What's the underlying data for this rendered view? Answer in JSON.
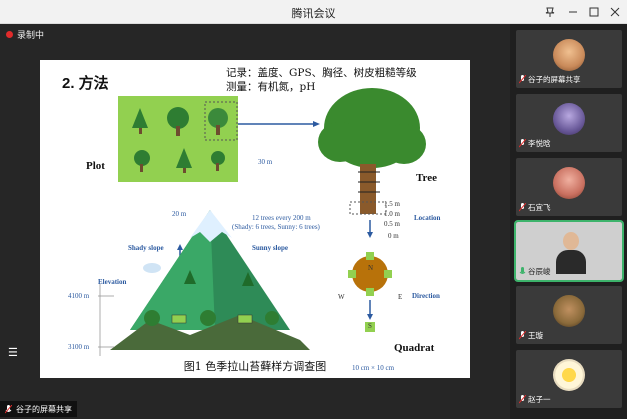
{
  "window": {
    "title": "腾讯会议",
    "pin_icon": "pin-icon",
    "minimize_icon": "minimize-icon",
    "maximize_icon": "maximize-icon",
    "close_icon": "close-icon"
  },
  "recording": {
    "label": "录制中"
  },
  "slide": {
    "heading": "2. 方法",
    "record_line1": "记录：盖度、GPS、胸径、树皮粗糙等级",
    "record_line2": "测量：有机氮，pH",
    "plot_label": "Plot",
    "tree_label": "Tree",
    "quadrat_label": "Quadrat",
    "distance_30m": "30 m",
    "distance_20m": "20 m",
    "trees_note1": "12 trees every 200 m",
    "trees_note2": "(Shady: 6 trees, Sunny: 6 trees)",
    "shady_slope": "Shady slope",
    "sunny_slope": "Sunny slope",
    "elevation": "Elevation",
    "elev_high": "4100 m",
    "elev_low": "3100 m",
    "heights": [
      "1.5 m",
      "1.0 m",
      "0.5 m",
      "0 m"
    ],
    "location": "Location",
    "direction": "Direction",
    "compass": {
      "n": "N",
      "s": "S",
      "e": "E",
      "w": "W"
    },
    "quadrat_size": "10 cm × 10 cm",
    "caption": "图1 色季拉山苔藓样方调查图"
  },
  "share_bar": {
    "label": "谷子的屏幕共享"
  },
  "participants": [
    {
      "name": "谷子的屏幕共享",
      "avatar_color": "#c98a5a",
      "mic": "mic-muted-icon"
    },
    {
      "name": "李悦晗",
      "avatar_color": "#6a5a9a",
      "mic": "mic-muted-icon"
    },
    {
      "name": "石宜飞",
      "avatar_color": "#c97060",
      "mic": "mic-muted-icon"
    },
    {
      "name": "谷辰峻",
      "avatar_color": "#d8d8d8",
      "mic": "mic-active-icon"
    },
    {
      "name": "王璇",
      "avatar_color": "#8a6a3a",
      "mic": "mic-muted-icon"
    },
    {
      "name": "赵子一",
      "avatar_color": "#f4e8c0",
      "mic": "mic-muted-icon"
    }
  ]
}
